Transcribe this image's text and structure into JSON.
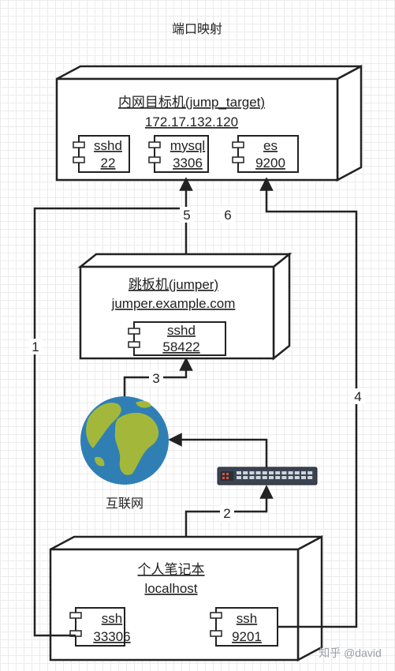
{
  "title": "端口映射",
  "nodes": {
    "target": {
      "name": "内网目标机(jump_target)",
      "ip": "172.17.132.120",
      "components": [
        {
          "name": "sshd",
          "port": "22"
        },
        {
          "name": "mysql",
          "port": "3306"
        },
        {
          "name": "es",
          "port": "9200"
        }
      ]
    },
    "jumper": {
      "name": "跳板机(jumper)",
      "host": "jumper.example.com",
      "components": [
        {
          "name": "sshd",
          "port": "58422"
        }
      ]
    },
    "internet": {
      "label": "互联网",
      "icon": "globe-icon"
    },
    "router": {
      "icon": "network-switch-icon"
    },
    "laptop": {
      "name": "个人笔记本",
      "host": "localhost",
      "components": [
        {
          "name": "ssh",
          "port": "33306"
        },
        {
          "name": "ssh",
          "port": "9201"
        }
      ]
    }
  },
  "edges": {
    "e1": "1",
    "e2": "2",
    "e3": "3",
    "e4": "4",
    "e5": "5",
    "e6": "6"
  },
  "watermark": "知乎 @david",
  "colors": {
    "stroke": "#222222",
    "globe_ocean": "#2f7fb5",
    "globe_land": "#a3b83a",
    "switch_body": "#3b4250",
    "switch_port": "#cfd6e0",
    "switch_led": "#e0533a"
  }
}
